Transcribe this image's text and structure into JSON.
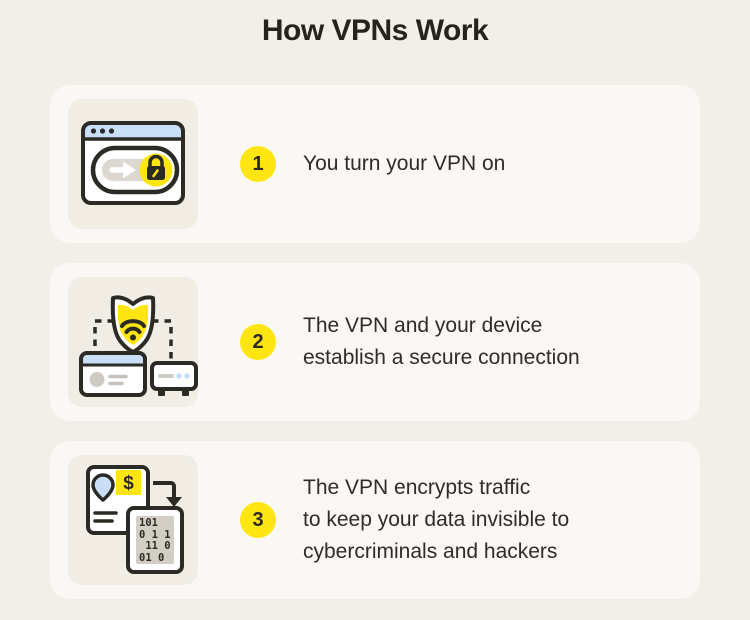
{
  "page": {
    "title": "How VPNs Work"
  },
  "colors": {
    "background": "#F2EFE8",
    "card": "#FAF8F4",
    "icon_tile": "#F1EDE5",
    "accent_yellow": "#FFE512",
    "ink": "#2B2A25",
    "light_blue": "#C9DFF7",
    "gray": "#D8D4CB"
  },
  "steps": [
    {
      "number": "1",
      "text": "You turn your VPN on",
      "icon": "vpn-toggle-browser-icon"
    },
    {
      "number": "2",
      "text": "The VPN and your device\nestablish a secure connection",
      "icon": "shield-secure-connection-icon"
    },
    {
      "number": "3",
      "text": "The VPN encrypts traffic\nto keep your data invisible to\ncybercriminals and hackers",
      "icon": "encrypted-data-icon",
      "dollar": "$",
      "binary": "101\n0 1 1\n 11 0\n01 0"
    }
  ]
}
